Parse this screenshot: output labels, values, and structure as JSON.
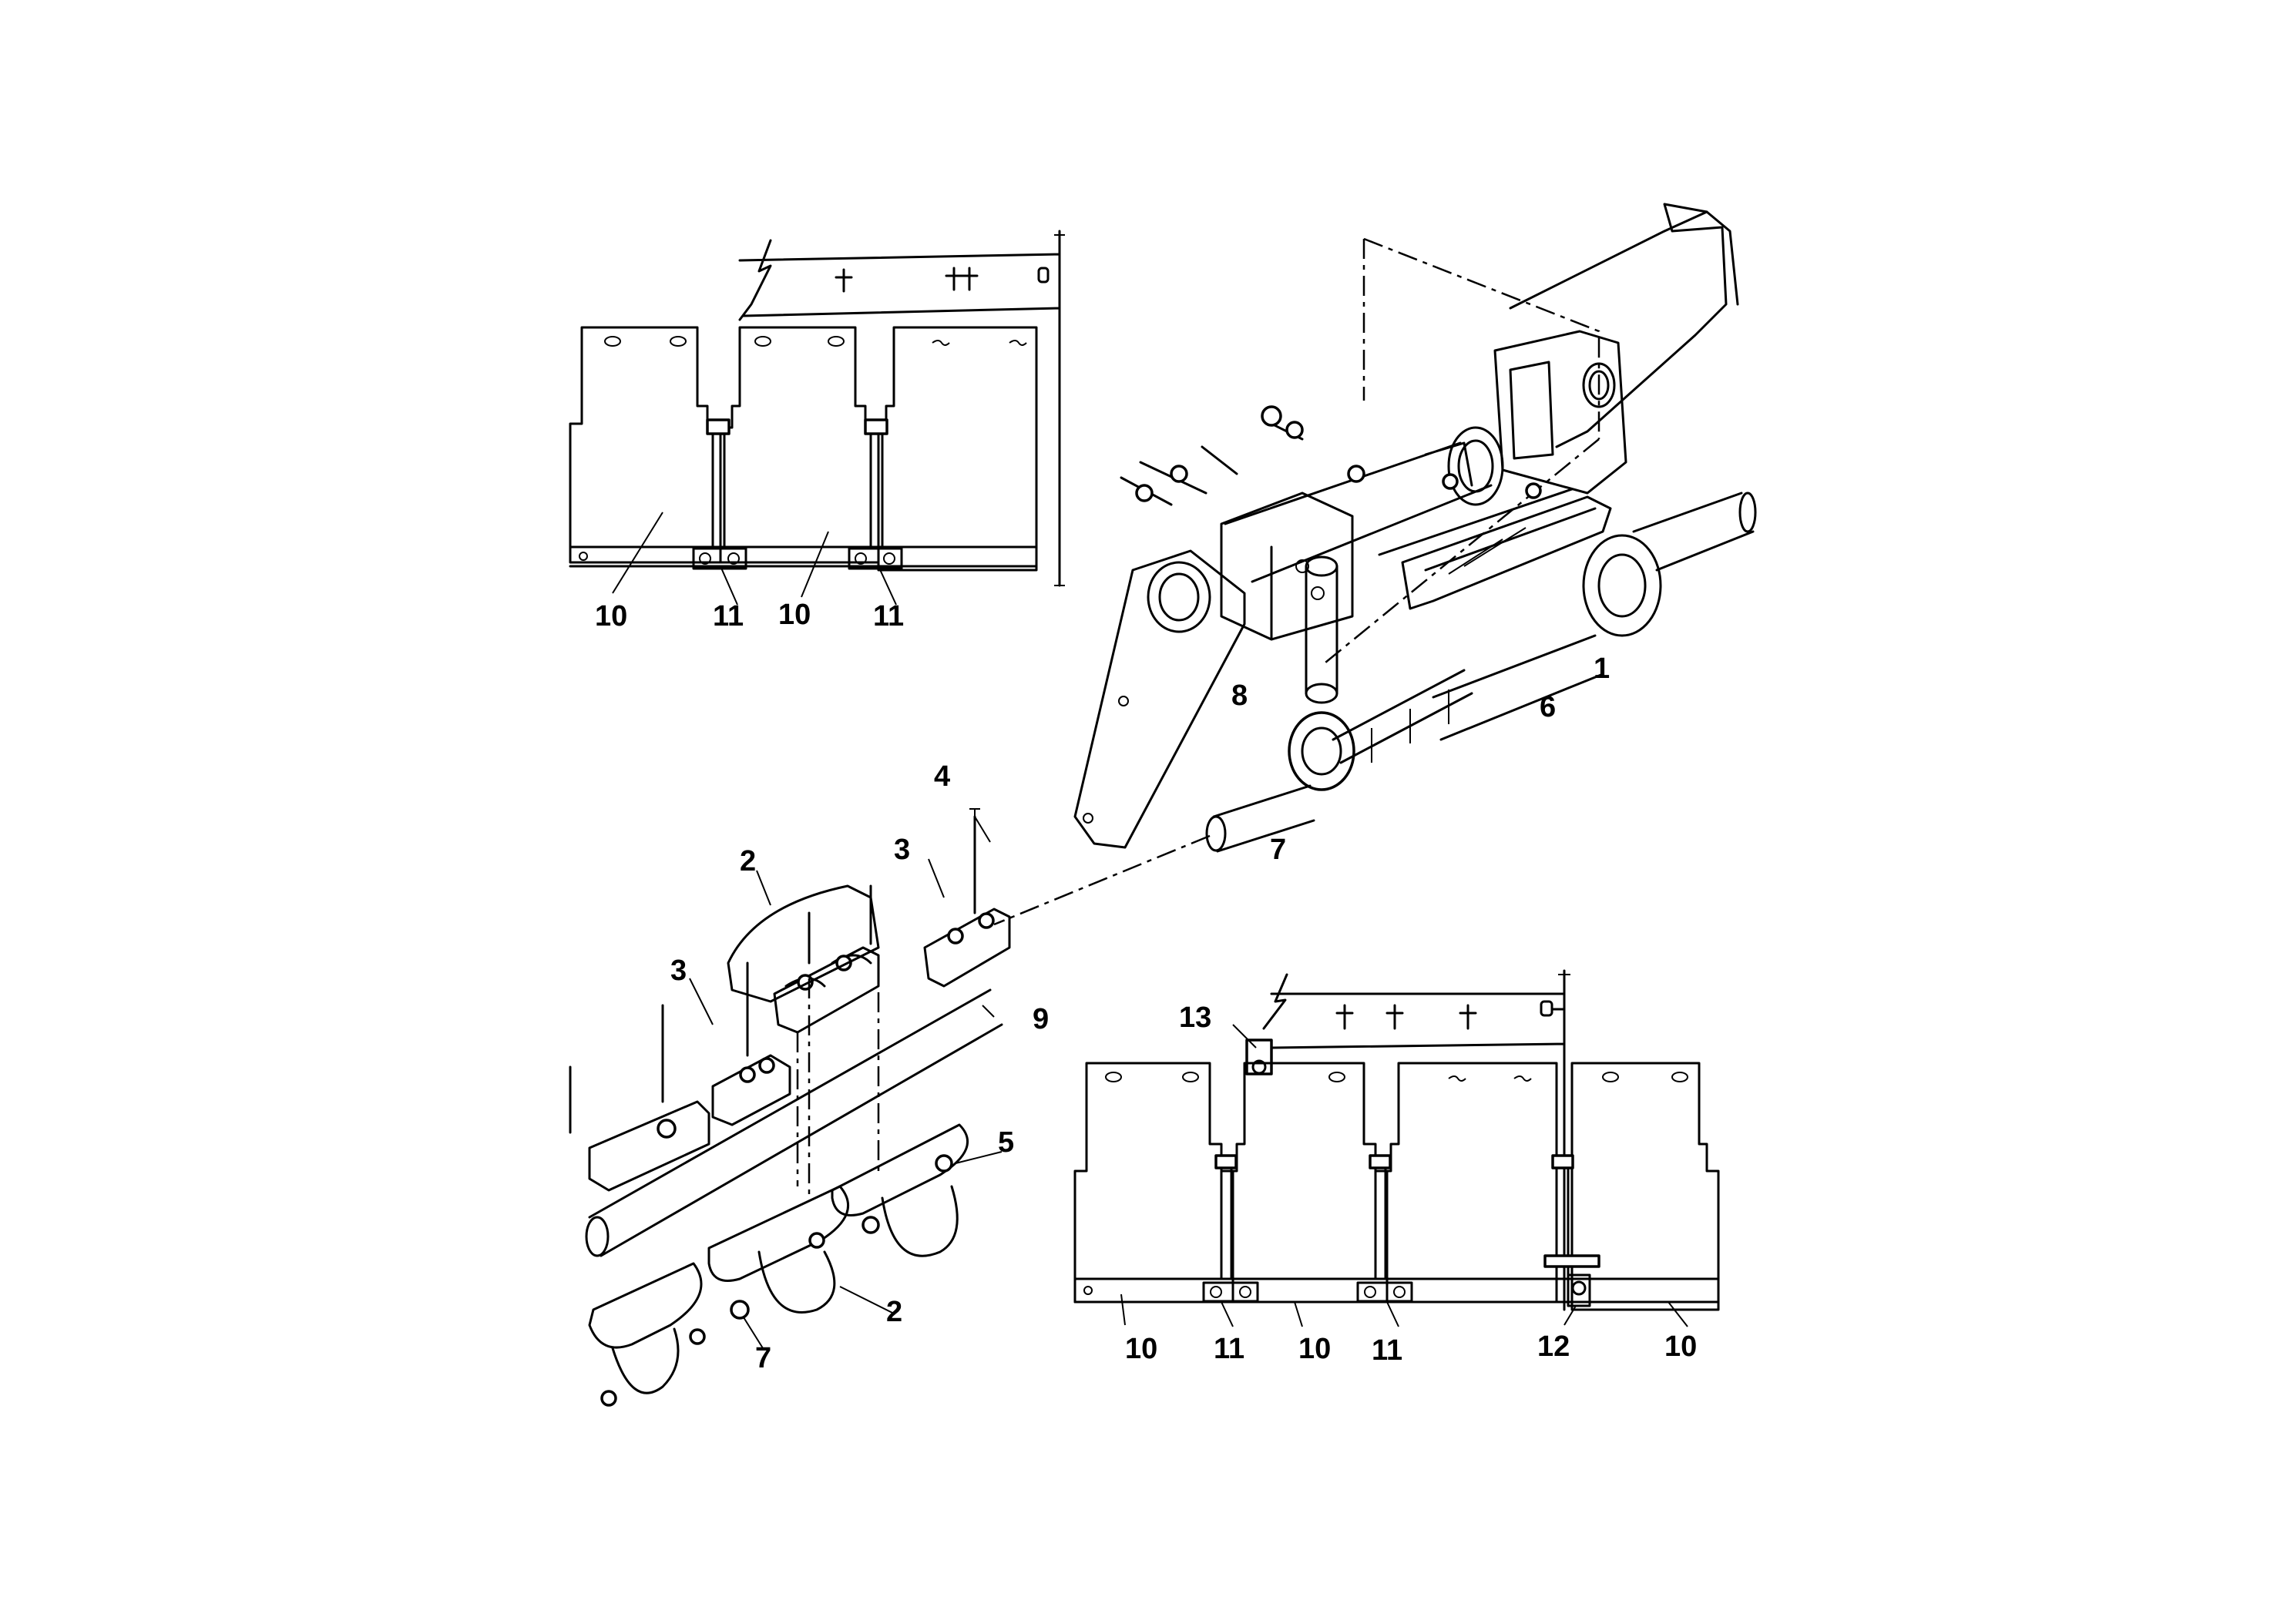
{
  "diagram": {
    "callouts": {
      "c1": "1",
      "c2a": "2",
      "c2b": "2",
      "c3a": "3",
      "c3b": "3",
      "c4": "4",
      "c5": "5",
      "c6": "6",
      "c7a": "7",
      "c7b": "7",
      "c8": "8",
      "c9": "9",
      "tl_10a": "10",
      "tl_11a": "11",
      "tl_10b": "10",
      "tl_11b": "11",
      "br_13": "13",
      "br_10a": "10",
      "br_11a": "11",
      "br_10b": "10",
      "br_11b": "11",
      "br_12": "12",
      "br_10c": "10"
    }
  }
}
